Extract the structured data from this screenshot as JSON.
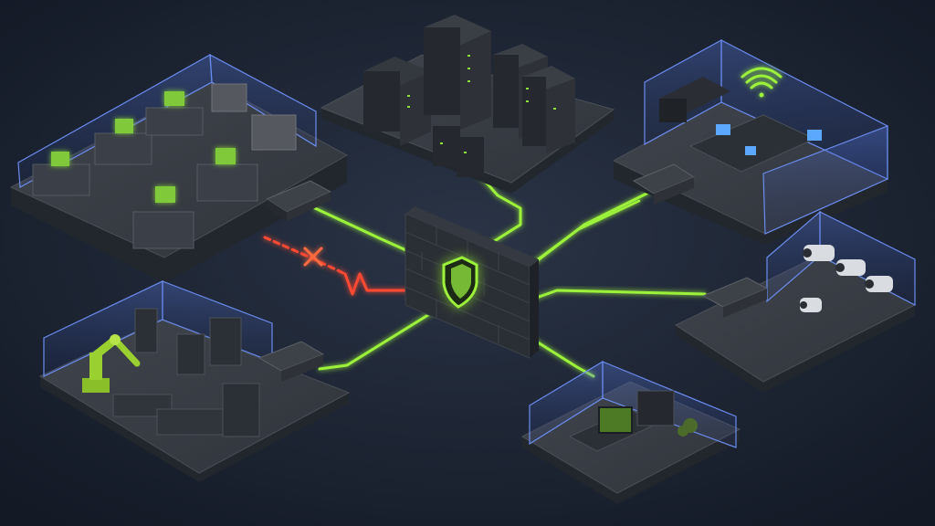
{
  "colors": {
    "background_center": "#2a3446",
    "background_edge": "#141a25",
    "link_green": "#9cf23a",
    "link_glow": "#7ddc1f",
    "blocked_red": "#ff4a32",
    "glass_wall": "#4e6fd6",
    "platform_top": "#3a3f47",
    "platform_side": "#22262d",
    "device_dark": "#2b2f36",
    "screen_green": "#7fc93a"
  },
  "zones": [
    {
      "id": "office-workstations",
      "icon": "desktop-computer-icon"
    },
    {
      "id": "server-room",
      "icon": "server-rack-icon"
    },
    {
      "id": "meeting-room-wifi",
      "icon": "wifi-icon"
    },
    {
      "id": "manufacturing-floor",
      "icon": "robot-arm-icon"
    },
    {
      "id": "surveillance-cameras",
      "icon": "security-camera-icon"
    },
    {
      "id": "home-office",
      "icon": "monitor-icon"
    }
  ],
  "center": {
    "icon": "shield-icon",
    "element": "firewall-brick-wall"
  },
  "links": [
    {
      "from": "office-workstations",
      "status": "blocked",
      "icon": "x-mark-icon"
    },
    {
      "from": "office-workstations",
      "status": "allowed"
    },
    {
      "from": "server-room",
      "status": "allowed"
    },
    {
      "from": "meeting-room-wifi",
      "status": "allowed"
    },
    {
      "from": "manufacturing-floor",
      "status": "allowed"
    },
    {
      "from": "surveillance-cameras",
      "status": "allowed"
    },
    {
      "from": "home-office",
      "status": "allowed"
    }
  ]
}
